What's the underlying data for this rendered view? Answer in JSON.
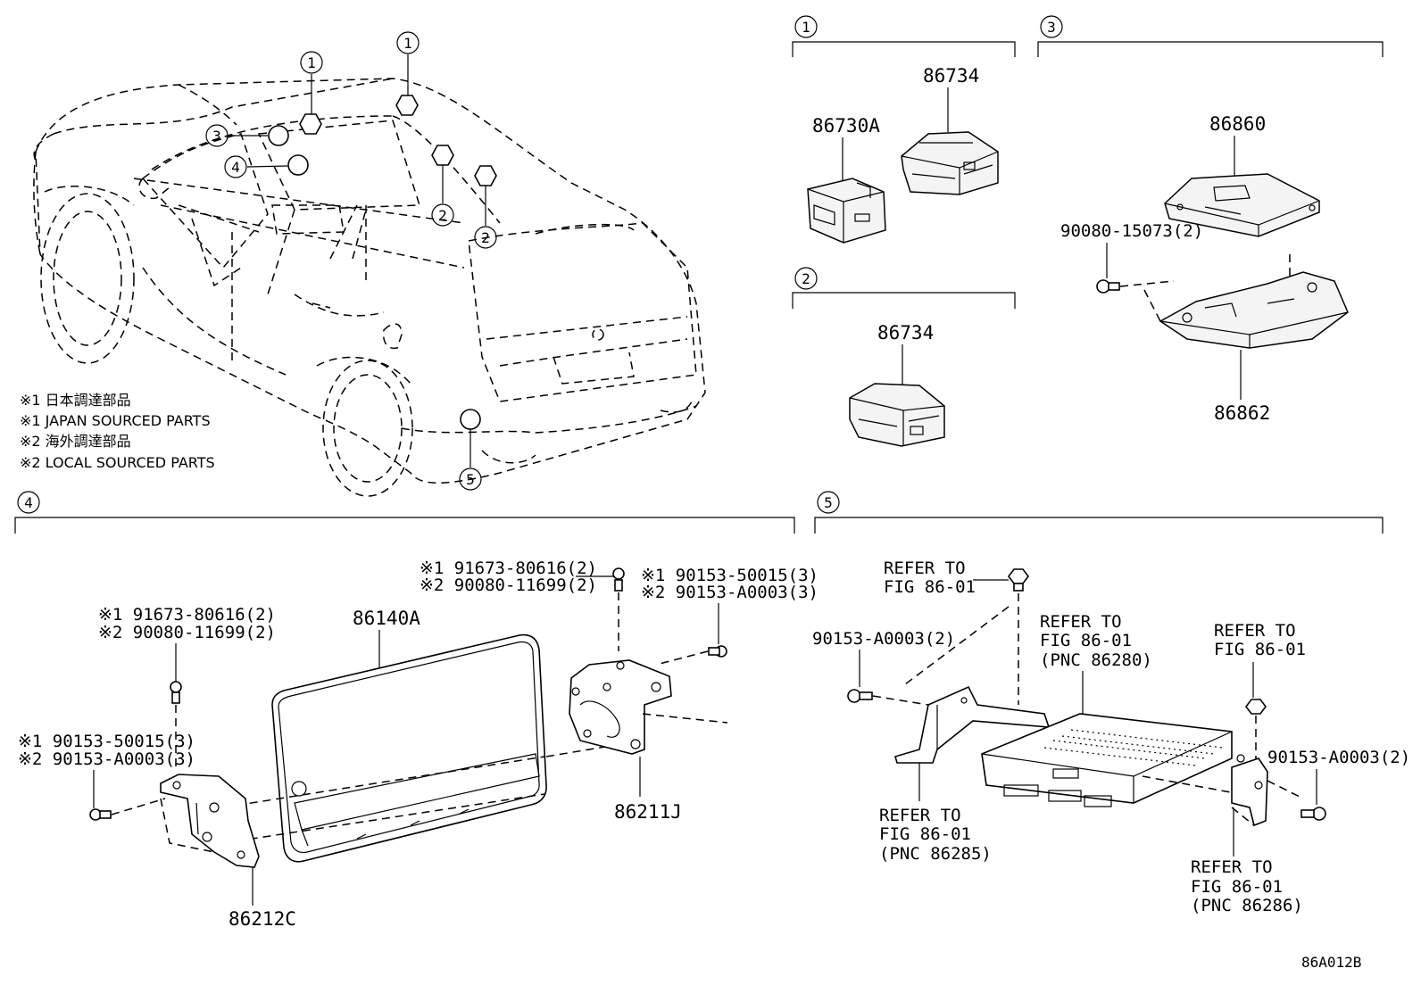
{
  "notes": [
    "※1 日本調達部品",
    "※1 JAPAN SOURCED PARTS",
    "※2 海外調達部品",
    "※2 LOCAL SOURCED PARTS"
  ],
  "callouts": [
    "1",
    "2",
    "3",
    "4",
    "5"
  ],
  "section1": {
    "number": "1",
    "parts": [
      "86734",
      "86730A"
    ]
  },
  "section2": {
    "number": "2",
    "parts": [
      "86734"
    ]
  },
  "section3": {
    "number": "3",
    "parts": [
      "86860",
      "90080-15073(2)",
      "86862"
    ]
  },
  "section4": {
    "number": "4",
    "parts": {
      "display": "86140A",
      "bracket_right": "86211J",
      "bracket_left": "86212C"
    },
    "fasteners": {
      "top_a": "※1 91673-80616(2)",
      "top_b": "※2 90080-11699(2)",
      "left_a": "※1 91673-80616(2)",
      "left_b": "※2 90080-11699(2)",
      "right_a": "※1 90153-50015(3)",
      "right_b": "※2 90153-A0003(3)",
      "lower_a": "※1 90153-50015(3)",
      "lower_b": "※2 90153-A0003(3)"
    }
  },
  "section5": {
    "number": "5",
    "bolt_left": "90153-A0003(2)",
    "bolt_right": "90153-A0003(2)",
    "refs": {
      "top_a": "REFER TO",
      "top_b": "FIG 86-01",
      "mid_a": "REFER TO",
      "mid_b": "FIG 86-01",
      "mid_c": "(PNC 86280)",
      "right_a": "REFER TO",
      "right_b": "FIG 86-01",
      "lower_left_a": "REFER TO",
      "lower_left_b": "FIG 86-01",
      "lower_left_c": "(PNC 86285)",
      "lower_right_a": "REFER TO",
      "lower_right_b": "FIG 86-01",
      "lower_right_c": "(PNC 86286)"
    }
  },
  "figure_code": "86A012B"
}
